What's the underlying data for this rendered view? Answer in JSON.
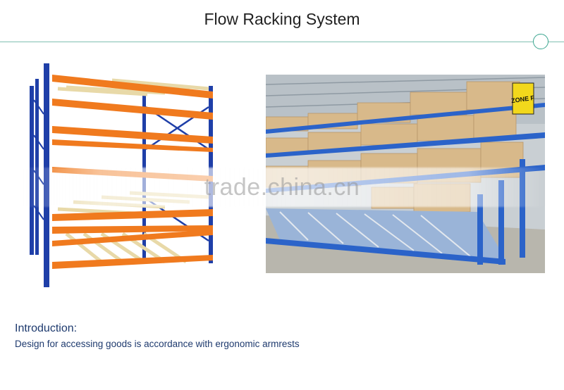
{
  "header": {
    "title": "Flow Racking System"
  },
  "watermark": {
    "text": "trade.china.cn"
  },
  "photo": {
    "sign_text": "ZONE F"
  },
  "intro": {
    "heading": "Introduction:",
    "body": "Design for accessing goods is accordance with ergonomic armrests"
  },
  "colors": {
    "upright_blue": "#1f3fa8",
    "beam_orange": "#f07a1e",
    "roller_cream": "#e8d9a8",
    "accent_teal": "#3aa58f",
    "text_navy": "#1e3a6e"
  }
}
